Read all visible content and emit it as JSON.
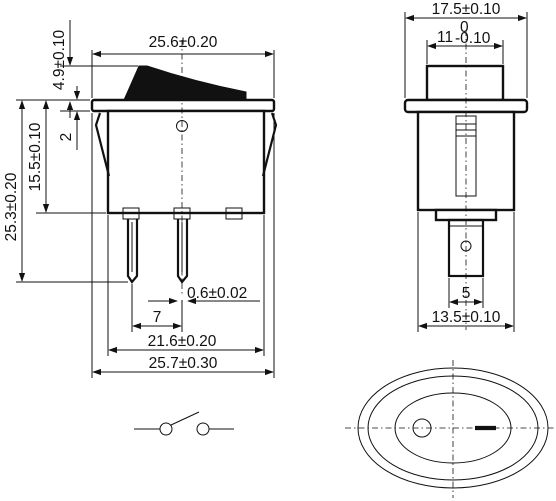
{
  "dimensions": {
    "overall_width_top": "25.6±0.20",
    "rocker_height": "4.9±0.10",
    "flange_thickness": "2",
    "overall_height": "25.3±0.20",
    "body_height": "15.5±0.10",
    "terminal_thickness": "0.6±0.02",
    "terminal_offset": "7",
    "mount_width": "21.6±0.20",
    "overall_width_bottom": "25.7±0.30",
    "side_total_width": "17.5±0.10",
    "rocker_width_base": "11",
    "rocker_width_tol_upper": "0",
    "rocker_width_tol_lower": "-0.10",
    "terminal_width": "5",
    "side_body_width": "13.5±0.10"
  }
}
